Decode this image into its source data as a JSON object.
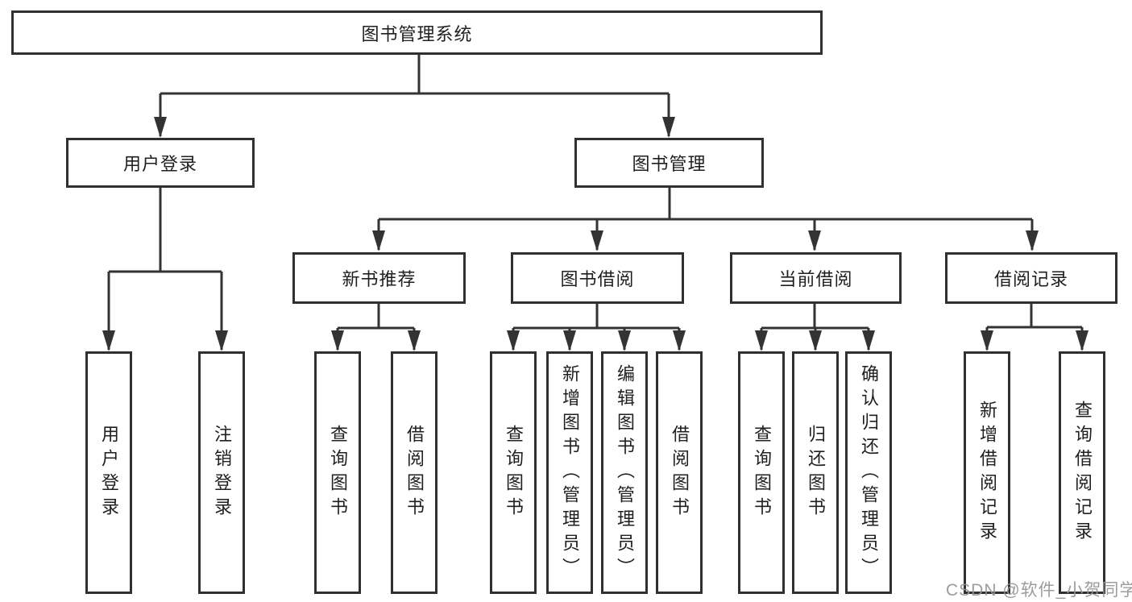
{
  "diagram": {
    "type": "tree",
    "root": {
      "label": "图书管理系统"
    },
    "level2": [
      {
        "label": "用户登录"
      },
      {
        "label": "图书管理"
      }
    ],
    "level3": [
      {
        "label": "新书推荐",
        "parent": "图书管理"
      },
      {
        "label": "图书借阅",
        "parent": "图书管理"
      },
      {
        "label": "当前借阅",
        "parent": "图书管理"
      },
      {
        "label": "借阅记录",
        "parent": "图书管理"
      }
    ],
    "leaves": [
      {
        "parent": "用户登录",
        "label": "用户登录"
      },
      {
        "parent": "用户登录",
        "label": "注销登录"
      },
      {
        "parent": "新书推荐",
        "label": "查询图书"
      },
      {
        "parent": "新书推荐",
        "label": "借阅图书"
      },
      {
        "parent": "图书借阅",
        "label": "查询图书"
      },
      {
        "parent": "图书借阅",
        "label": "新增图书（管理员）"
      },
      {
        "parent": "图书借阅",
        "label": "编辑图书（管理员）"
      },
      {
        "parent": "图书借阅",
        "label": "借阅图书"
      },
      {
        "parent": "当前借阅",
        "label": "查询图书"
      },
      {
        "parent": "当前借阅",
        "label": "归还图书"
      },
      {
        "parent": "当前借阅",
        "label": "确认归还（管理员）"
      },
      {
        "parent": "借阅记录",
        "label": "新增借阅记录"
      },
      {
        "parent": "借阅记录",
        "label": "查询借阅记录"
      }
    ]
  },
  "watermark": {
    "text": "CSDN @软件_小贺同学"
  },
  "colors": {
    "line": "#333333",
    "box_border": "#303030",
    "text": "#1f1f1f",
    "background": "#ffffff",
    "watermark": "#949494"
  }
}
